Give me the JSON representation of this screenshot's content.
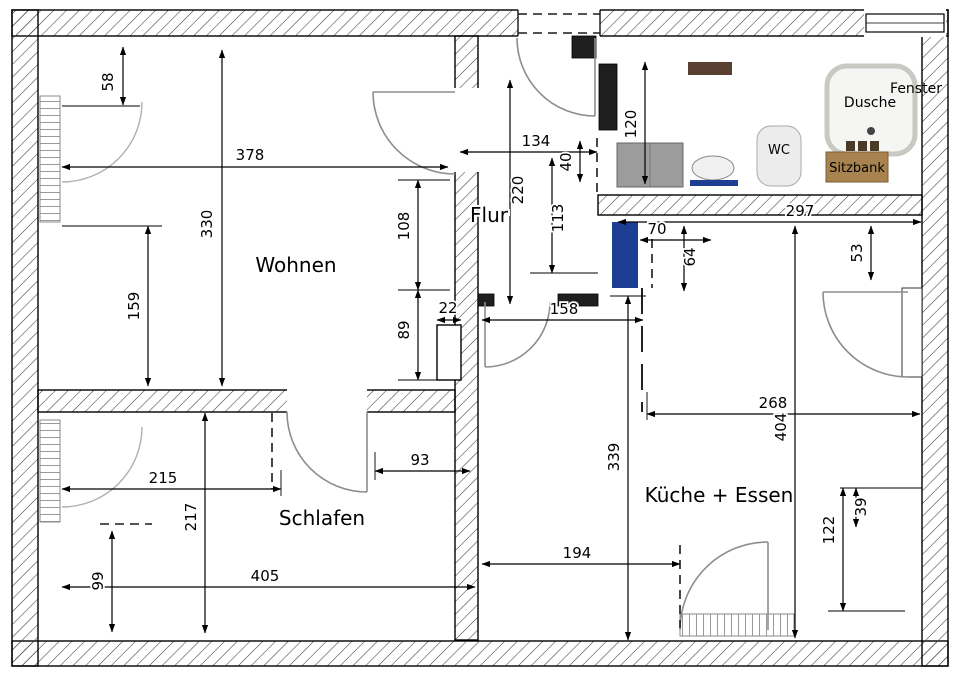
{
  "floorplan": {
    "rooms": {
      "wohnen": "Wohnen",
      "schlafen": "Schlafen",
      "flur": "Flur",
      "kueche": "Küche + Essen"
    },
    "fixtures": {
      "dusche": "Dusche",
      "wc": "WC",
      "sitzbank": "Sitzbank",
      "fenster": "Fenster"
    },
    "dims": {
      "d58": "58",
      "d378": "378",
      "d330": "330",
      "d159": "159",
      "d108": "108",
      "d89": "89",
      "d22": "22",
      "d134": "134",
      "d220": "220",
      "d113": "113",
      "d40": "40",
      "d120": "120",
      "d297": "297",
      "d70": "70",
      "d64": "64",
      "d53": "53",
      "d158": "158",
      "d339": "339",
      "d268": "268",
      "d404": "404",
      "d215": "215",
      "d93": "93",
      "d217": "217",
      "d99": "99",
      "d405": "405",
      "d194": "194",
      "d39": "39",
      "d122": "122"
    },
    "colors": {
      "accent_blue": "#1c3f94",
      "appliance_gray": "#9c9c9c",
      "bench_brown": "#a8834f",
      "shelf_brown": "#5a4030"
    }
  }
}
